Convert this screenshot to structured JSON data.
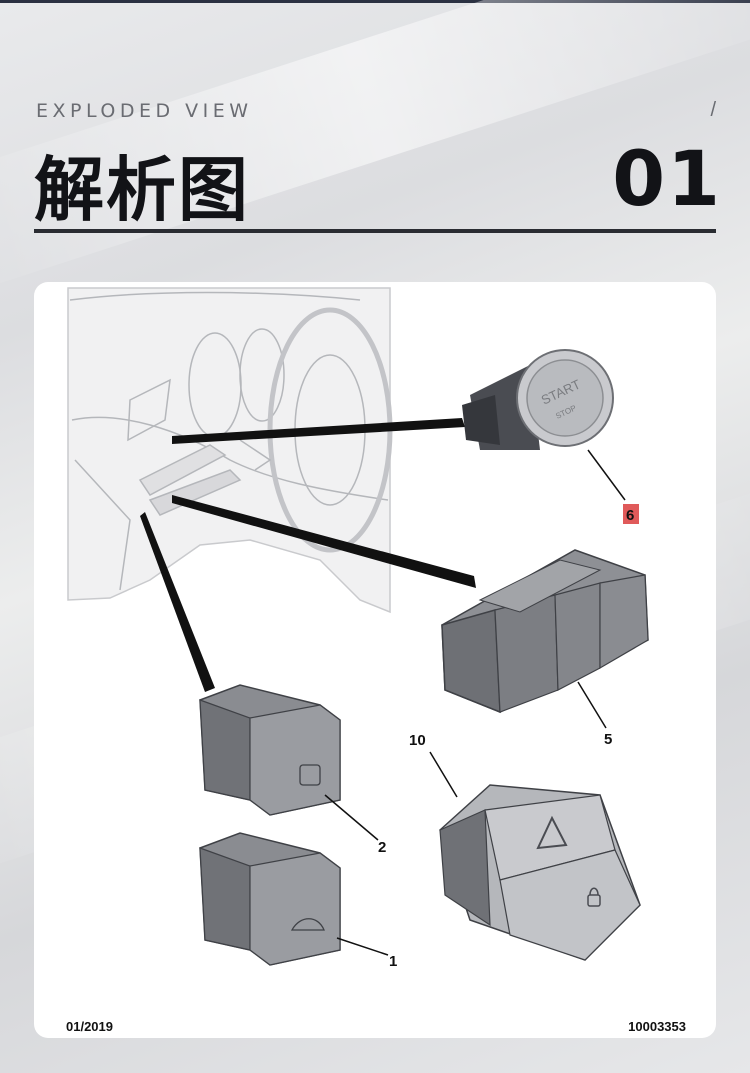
{
  "header": {
    "eyebrow": "EXPLODED VIEW",
    "slash": "/",
    "title": "解析图",
    "number": "01"
  },
  "diagram": {
    "button_text_1": "START",
    "button_text_2": "STOP",
    "callouts": [
      "6",
      "5",
      "10",
      "2",
      "1"
    ],
    "highlight_color": "#e05a5a"
  },
  "footer": {
    "date": "01/2019",
    "code": "10003353"
  }
}
